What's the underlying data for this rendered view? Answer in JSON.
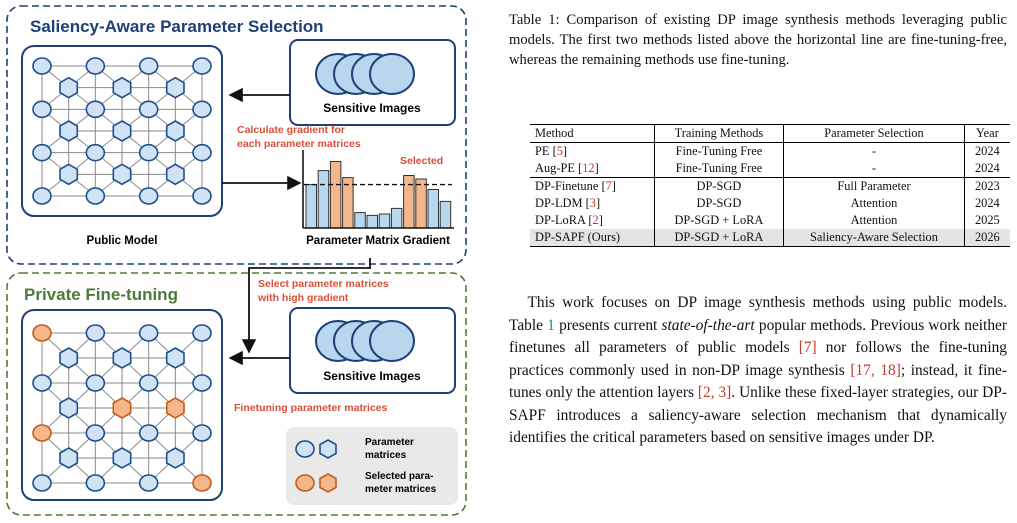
{
  "figure": {
    "top_title": "Saliency-Aware Parameter Selection",
    "bottom_title": "Private Fine-tuning",
    "public_model_label": "Public Model",
    "sensitive_images_label": "Sensitive Images",
    "sensitive_images_label_2": "Sensitive Images",
    "grad_note_line1": "Calculate gradient for",
    "grad_note_line2": "each parameter matrices",
    "selected_label": "Selected",
    "gradient_chart_label": "Parameter Matrix Gradient",
    "select_note_line1": "Select parameter matrices",
    "select_note_line2": "with high gradient",
    "finetune_note": "Finetuning parameter matrices",
    "legend_param_line1": "Parameter",
    "legend_param_line2": "matrices",
    "legend_sel_line1": "Selected para-",
    "legend_sel_line2": "meter matrices",
    "colors": {
      "top_border": "#1f3f7a",
      "bottom_border": "#4e7a3a",
      "node_blue": "#cfe3f5",
      "node_orange": "#f4b78c",
      "annotation_red": "#d94f3a"
    }
  },
  "chart_data": {
    "type": "bar",
    "title": "Parameter Matrix Gradient",
    "values": [
      0.62,
      0.82,
      0.95,
      0.72,
      0.22,
      0.18,
      0.2,
      0.28,
      0.75,
      0.7,
      0.55,
      0.38
    ],
    "selected": [
      false,
      false,
      true,
      true,
      false,
      false,
      false,
      false,
      true,
      true,
      false,
      false
    ],
    "threshold": 0.62,
    "annotation": "Selected",
    "colors": {
      "normal": "#b8d8f0",
      "selected": "#f4b78c"
    }
  },
  "caption": {
    "label": "Table 1:",
    "text": "Comparison of existing DP image synthesis methods leveraging public models. The first two methods listed above the horizontal line are fine-tuning-free, whereas the remaining methods use fine-tuning."
  },
  "table": {
    "headers": [
      "Method",
      "Training Methods",
      "Parameter Selection",
      "Year"
    ],
    "rows": [
      {
        "method": "PE",
        "ref": "5",
        "training": "Fine-Tuning Free",
        "selection": "-",
        "year": "2024"
      },
      {
        "method": "Aug-PE",
        "ref": "12",
        "training": "Fine-Tuning Free",
        "selection": "-",
        "year": "2024"
      },
      {
        "method": "DP-Finetune",
        "ref": "7",
        "training": "DP-SGD",
        "selection": "Full Parameter",
        "year": "2023"
      },
      {
        "method": "DP-LDM",
        "ref": "3",
        "training": "DP-SGD",
        "selection": "Attention",
        "year": "2024"
      },
      {
        "method": "DP-LoRA",
        "ref": "2",
        "training": "DP-SGD + LoRA",
        "selection": "Attention",
        "year": "2025"
      },
      {
        "method": "DP-SAPF (Ours)",
        "ref": "",
        "training": "DP-SGD + LoRA",
        "selection": "Saliency-Aware Selection",
        "year": "2026"
      }
    ]
  },
  "paragraph": {
    "p1": "This work focuses on DP image synthesis methods using public models. Table ",
    "table_ref": "1",
    "p2": " presents current ",
    "p2_em": "state-of-the-art",
    "p3": " popular methods. Previous work neither finetunes all parameters of public models ",
    "c1": "[7]",
    "p4": " nor follows the fine-tuning practices commonly used in non-DP image synthesis ",
    "c2": "[17, 18]",
    "p5": "; instead, it fine-tunes only the attention layers ",
    "c3": "[2, 3]",
    "p6": ". Unlike these fixed-layer strategies, our DP-SAPF introduces a saliency-aware selection mechanism that dynamically identifies the critical parameters based on sensitive images under DP."
  }
}
